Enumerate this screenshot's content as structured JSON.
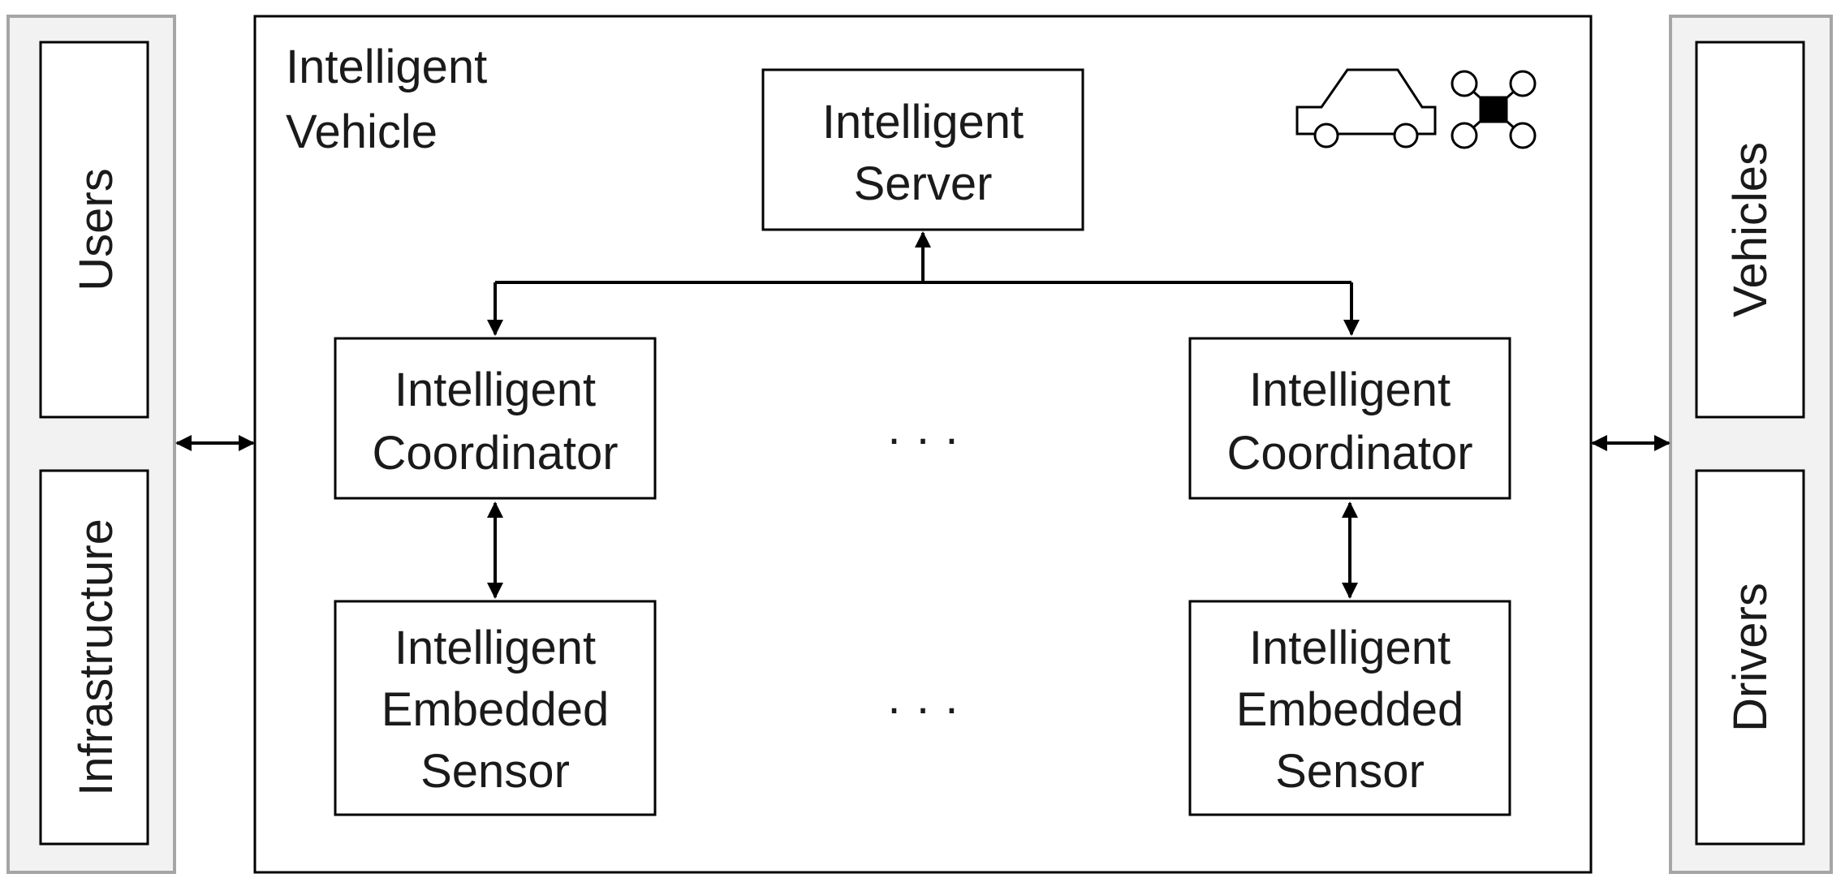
{
  "colors": {
    "stroke": "#000000",
    "side_panel_bg": "#f2f2f2",
    "side_panel_border": "#a6a6a6",
    "text": "#1a1a1a"
  },
  "left_panel": {
    "users": "Users",
    "infrastructure": "Infrastructure"
  },
  "right_panel": {
    "vehicles": "Vehicles",
    "drivers": "Drivers"
  },
  "vehicle_box": {
    "title_line1": "Intelligent",
    "title_line2": "Vehicle"
  },
  "server": {
    "line1": "Intelligent",
    "line2": "Server"
  },
  "coordinator_left": {
    "line1": "Intelligent",
    "line2": "Coordinator"
  },
  "coordinator_right": {
    "line1": "Intelligent",
    "line2": "Coordinator"
  },
  "sensor_left": {
    "line1": "Intelligent",
    "line2": "Embedded",
    "line3": "Sensor"
  },
  "sensor_right": {
    "line1": "Intelligent",
    "line2": "Embedded",
    "line3": "Sensor"
  },
  "ellipsis": {
    "coordinators": "· · ·",
    "sensors": "· · ·"
  },
  "icons": [
    "car-icon",
    "drone-icon"
  ]
}
